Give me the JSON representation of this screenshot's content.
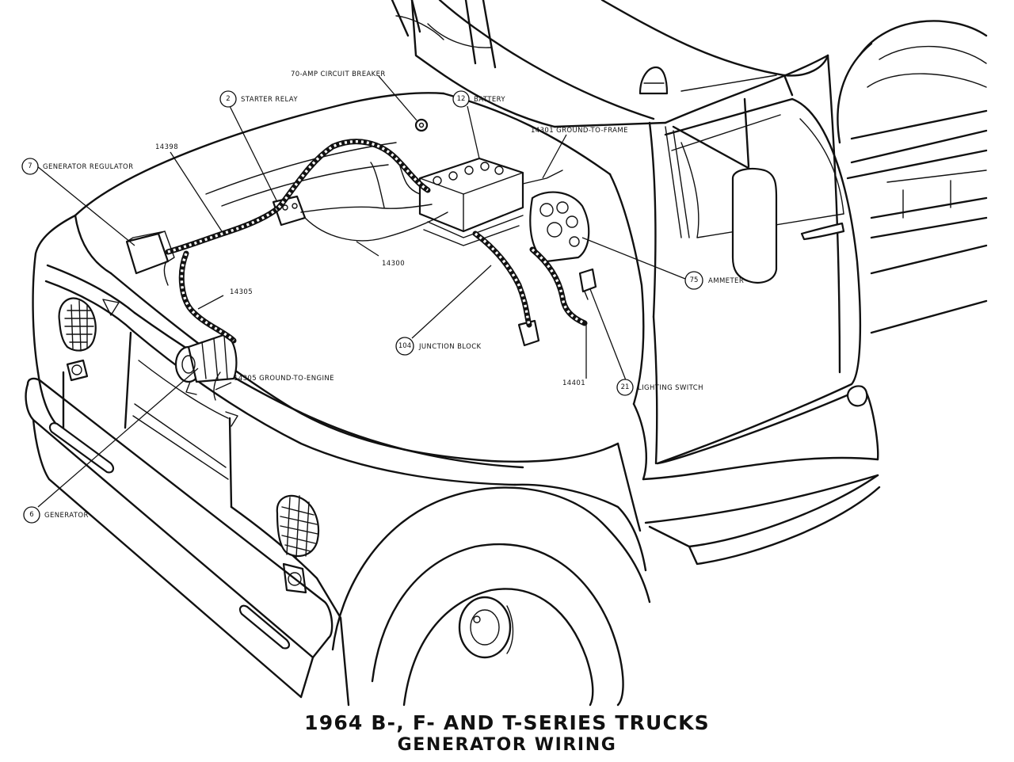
{
  "title": {
    "line1": "1964 B-, F- AND T-SERIES TRUCKS",
    "line2": "GENERATOR WIRING"
  },
  "callouts": {
    "circuit_breaker": {
      "label": "70-AMP CIRCUIT BREAKER"
    },
    "starter_relay": {
      "num": "2",
      "label": "STARTER RELAY"
    },
    "battery": {
      "num": "12",
      "label": "BATTERY"
    },
    "generator_regulator": {
      "num": "7",
      "label": "GENERATOR REGULATOR"
    },
    "ground_to_frame": {
      "label": "14301 GROUND-TO-FRAME"
    },
    "wire_14398": {
      "label": "14398"
    },
    "wire_14300": {
      "label": "14300"
    },
    "wire_14305": {
      "label": "14305"
    },
    "ground_to_engine": {
      "label": "14305 GROUND-TO-ENGINE"
    },
    "ammeter": {
      "num": "75",
      "label": "AMMETER"
    },
    "junction_block": {
      "num": "104",
      "label": "JUNCTION BLOCK"
    },
    "wire_14401": {
      "label": "14401"
    },
    "lighting_switch": {
      "num": "21",
      "label": "LIGHTING SWITCH"
    },
    "generator": {
      "num": "6",
      "label": "GENERATOR"
    }
  }
}
